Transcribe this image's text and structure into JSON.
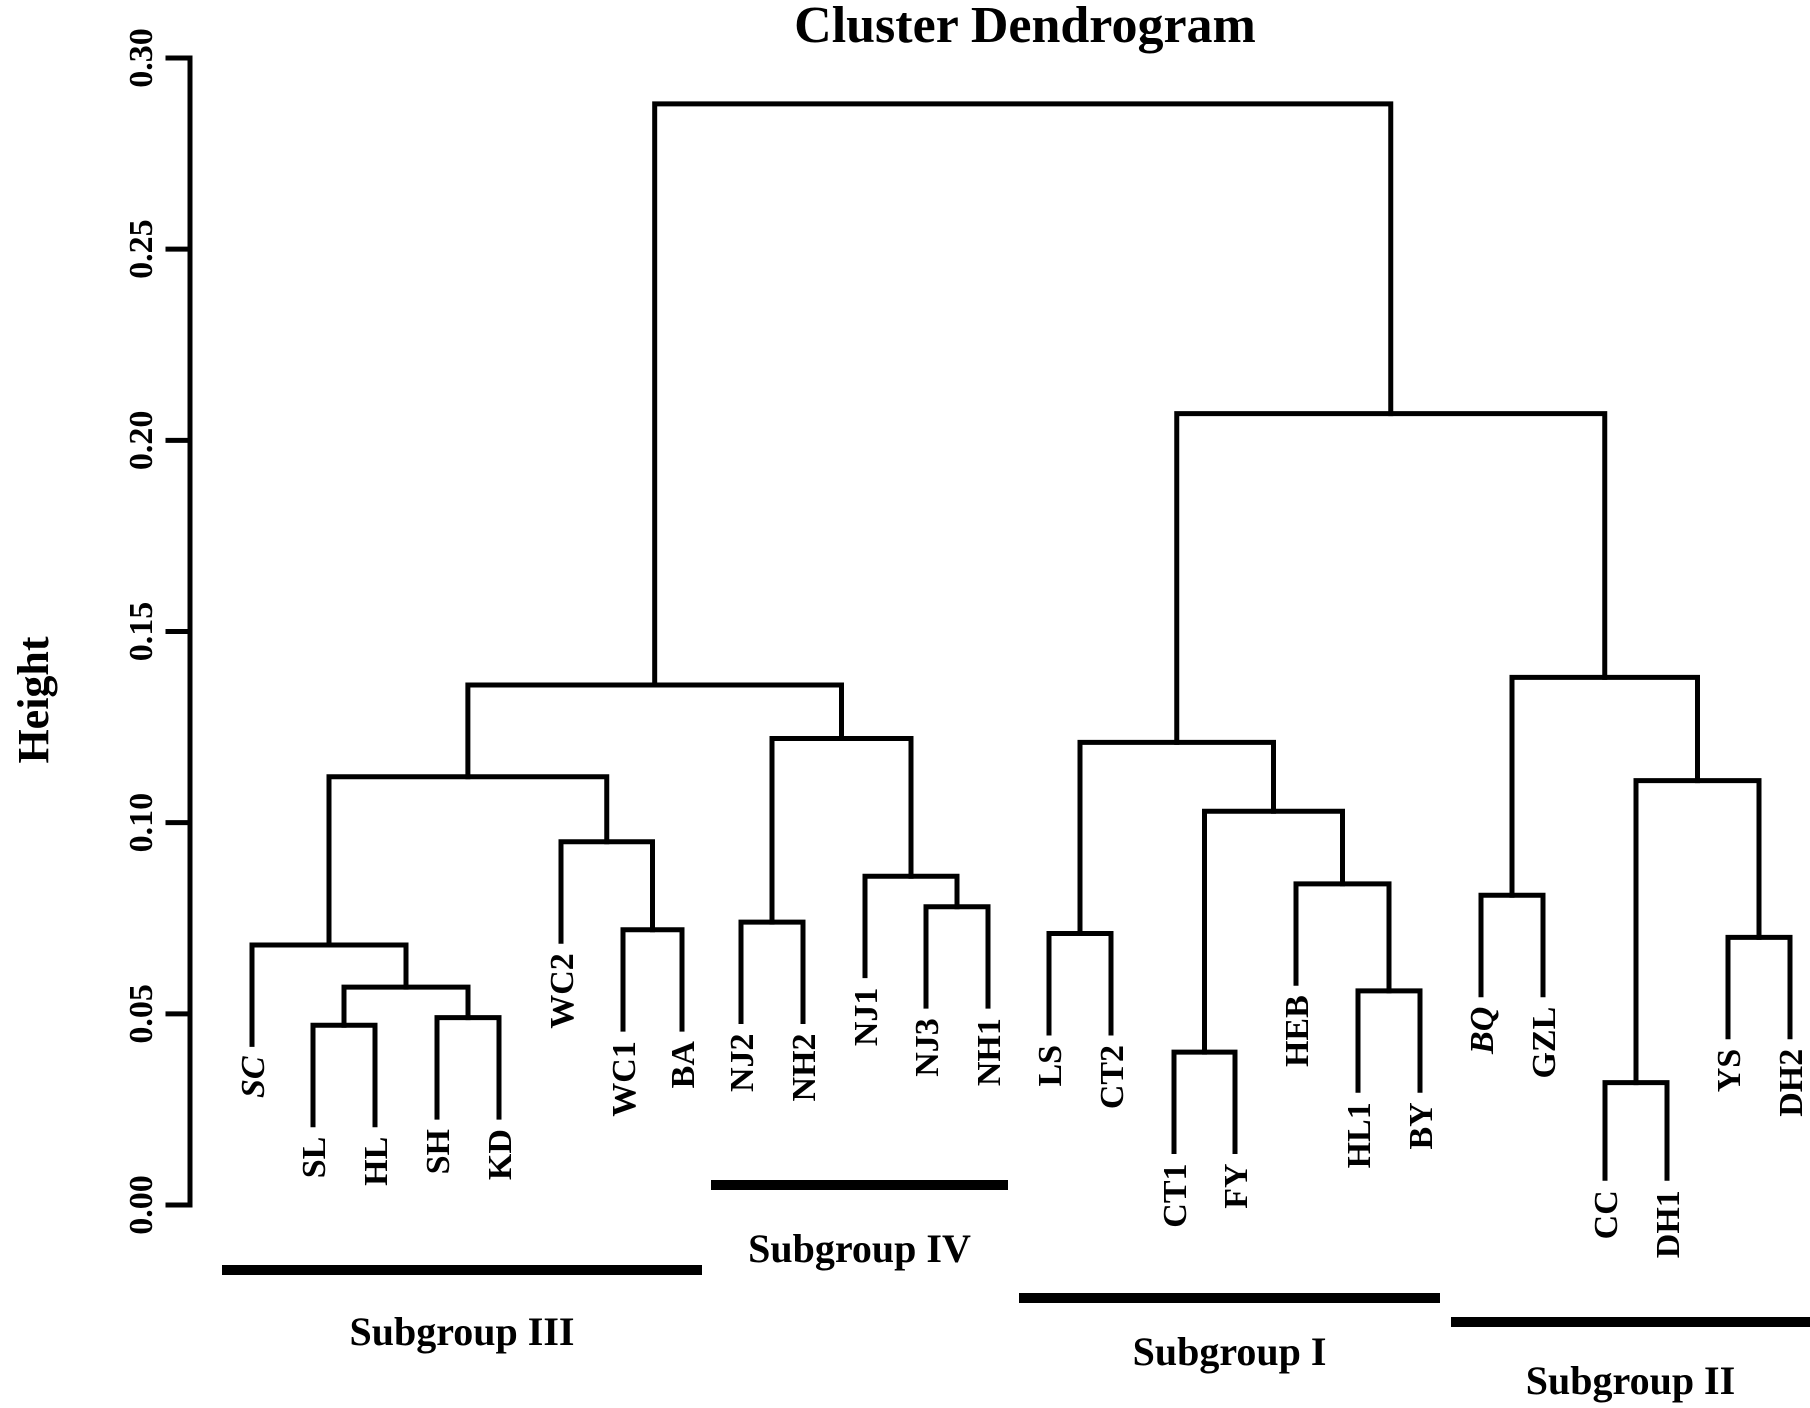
{
  "chart_data": {
    "type": "dendrogram",
    "title": "Cluster Dendrogram",
    "ylabel": "Height",
    "ylim": [
      0,
      0.3
    ],
    "yticks": [
      "0.00",
      "0.05",
      "0.10",
      "0.15",
      "0.20",
      "0.25",
      "0.30"
    ],
    "leaves": [
      {
        "label": "SC",
        "italic": true,
        "height": 0.042
      },
      {
        "label": "SL",
        "height": 0.021
      },
      {
        "label": "HL",
        "height": 0.021
      },
      {
        "label": "SH",
        "height": 0.023
      },
      {
        "label": "KD",
        "height": 0.023
      },
      {
        "label": "WC2",
        "height": 0.069
      },
      {
        "label": "WC1",
        "height": 0.046
      },
      {
        "label": "BA",
        "height": 0.046
      },
      {
        "label": "NJ2",
        "height": 0.048
      },
      {
        "label": "NH2",
        "height": 0.048
      },
      {
        "label": "NJ1",
        "height": 0.06
      },
      {
        "label": "NJ3",
        "height": 0.052
      },
      {
        "label": "NH1",
        "height": 0.052
      },
      {
        "label": "LS",
        "height": 0.045
      },
      {
        "label": "CT2",
        "height": 0.045
      },
      {
        "label": "CT1",
        "height": 0.014
      },
      {
        "label": "FY",
        "height": 0.014
      },
      {
        "label": "HEB",
        "height": 0.058
      },
      {
        "label": "HL1",
        "height": 0.03
      },
      {
        "label": "BY",
        "height": 0.03
      },
      {
        "label": "BQ",
        "italic": true,
        "height": 0.055
      },
      {
        "label": "GZL",
        "height": 0.055
      },
      {
        "label": "CC",
        "height": 0.007
      },
      {
        "label": "DH1",
        "height": 0.007
      },
      {
        "label": "YS",
        "height": 0.044
      },
      {
        "label": "DH2",
        "height": 0.044
      }
    ],
    "merges": [
      {
        "children": [
          "SL",
          "HL"
        ],
        "height": 0.047
      },
      {
        "children": [
          "SH",
          "KD"
        ],
        "height": 0.049
      },
      {
        "children": [
          0,
          1
        ],
        "height": 0.057
      },
      {
        "children": [
          "SC",
          2
        ],
        "height": 0.068
      },
      {
        "children": [
          "WC1",
          "BA"
        ],
        "height": 0.072
      },
      {
        "children": [
          "WC2",
          4
        ],
        "height": 0.095
      },
      {
        "children": [
          3,
          5
        ],
        "height": 0.112
      },
      {
        "children": [
          "NJ2",
          "NH2"
        ],
        "height": 0.074
      },
      {
        "children": [
          "NJ3",
          "NH1"
        ],
        "height": 0.078
      },
      {
        "children": [
          "NJ1",
          8
        ],
        "height": 0.086
      },
      {
        "children": [
          7,
          9
        ],
        "height": 0.122
      },
      {
        "children": [
          6,
          10
        ],
        "height": 0.136
      },
      {
        "children": [
          "LS",
          "CT2"
        ],
        "height": 0.071
      },
      {
        "children": [
          "CT1",
          "FY"
        ],
        "height": 0.04
      },
      {
        "children": [
          "HL1",
          "BY"
        ],
        "height": 0.056
      },
      {
        "children": [
          "HEB",
          14
        ],
        "height": 0.084
      },
      {
        "children": [
          13,
          15
        ],
        "height": 0.103
      },
      {
        "children": [
          12,
          16
        ],
        "height": 0.121
      },
      {
        "children": [
          "BQ",
          "GZL"
        ],
        "height": 0.081
      },
      {
        "children": [
          "CC",
          "DH1"
        ],
        "height": 0.032
      },
      {
        "children": [
          "YS",
          "DH2"
        ],
        "height": 0.07
      },
      {
        "children": [
          19,
          20
        ],
        "height": 0.111
      },
      {
        "children": [
          18,
          21
        ],
        "height": 0.138
      },
      {
        "children": [
          17,
          22
        ],
        "height": 0.207
      },
      {
        "children": [
          11,
          23
        ],
        "height": 0.288
      }
    ],
    "subgroups": [
      {
        "label": "Subgroup III",
        "from": "SC",
        "to": "BA"
      },
      {
        "label": "Subgroup IV",
        "from": "NJ2",
        "to": "NH1"
      },
      {
        "label": "Subgroup I",
        "from": "LS",
        "to": "BY"
      },
      {
        "label": "Subgroup II",
        "from": "BQ",
        "to": "DH2"
      }
    ]
  }
}
